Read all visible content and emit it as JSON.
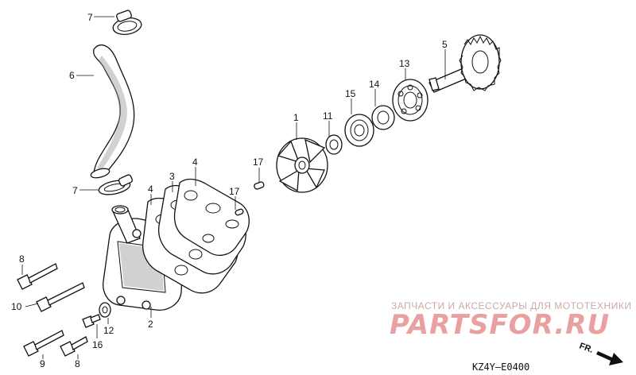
{
  "diagram": {
    "code": "KZ4Y—E0400",
    "direction_label": "FR.",
    "watermark": {
      "subtitle": "ЗАПЧАСТИ И АКСЕССУАРЫ ДЛЯ МОТОТЕХНИКИ",
      "logo": "PARTSFOR.RU"
    },
    "callouts": [
      {
        "id": "c-7-top",
        "label": "7"
      },
      {
        "id": "c-6",
        "label": "6"
      },
      {
        "id": "c-7-low",
        "label": "7"
      },
      {
        "id": "c-4-a",
        "label": "4"
      },
      {
        "id": "c-3",
        "label": "3"
      },
      {
        "id": "c-4-b",
        "label": "4"
      },
      {
        "id": "c-17-a",
        "label": "17"
      },
      {
        "id": "c-17-b",
        "label": "17"
      },
      {
        "id": "c-1",
        "label": "1"
      },
      {
        "id": "c-11",
        "label": "11"
      },
      {
        "id": "c-15",
        "label": "15"
      },
      {
        "id": "c-14",
        "label": "14"
      },
      {
        "id": "c-13",
        "label": "13"
      },
      {
        "id": "c-5",
        "label": "5"
      },
      {
        "id": "c-8-a",
        "label": "8"
      },
      {
        "id": "c-10",
        "label": "10"
      },
      {
        "id": "c-12",
        "label": "12"
      },
      {
        "id": "c-16",
        "label": "16"
      },
      {
        "id": "c-2",
        "label": "2"
      },
      {
        "id": "c-9",
        "label": "9"
      },
      {
        "id": "c-8-b",
        "label": "8"
      }
    ]
  }
}
